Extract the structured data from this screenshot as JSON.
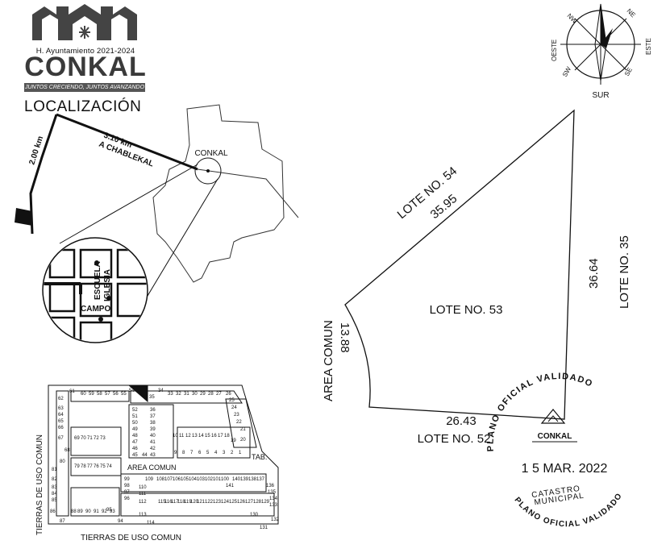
{
  "logo": {
    "subtitle": "H. Ayuntamiento 2021-2024",
    "name": "CONKAL",
    "slogan": "JUNTOS CRECIENDO, JUNTOS AVANZANDO"
  },
  "location_map": {
    "title": "LOCALIZACIÓN",
    "town_label": "CONKAL",
    "road_distance_1": "3.10 km",
    "road_label": "A CHABLEKAL",
    "road_distance_2": "2.00 km",
    "zoom_labels": [
      "ESCUELA",
      "IGLESIA",
      "CAMPO"
    ]
  },
  "compass": {
    "directions": [
      "NW",
      "NE",
      "OESTE",
      "ESTE",
      "SW",
      "SE",
      "SUR"
    ]
  },
  "lot": {
    "center_label": "LOTE NO. 53",
    "north_side_label": "LOTE NO. 54",
    "north_side_length": "35.95",
    "east_side_label": "LOTE NO. 35",
    "east_side_length": "36.64",
    "south_side_label": "LOTE NO. 52",
    "south_side_length": "26.43",
    "west_side_label": "AREA COMUN",
    "west_side_length": "13.88"
  },
  "subdivision_map": {
    "left_label": "TIERRAS DE USO COMUN",
    "bottom_label": "TIERRAS DE USO COMUN",
    "area_comun_label": "AREA COMUN",
    "tab_label": "TAB.",
    "top_row": [
      "61",
      "60",
      "59",
      "58",
      "57",
      "56",
      "55",
      "54",
      "35",
      "34",
      "33",
      "32",
      "31",
      "30",
      "29",
      "28",
      "27",
      "26"
    ],
    "left_col": [
      "62",
      "63",
      "64",
      "65",
      "66",
      "67",
      "68"
    ],
    "left_col_2": [
      "80",
      "81",
      "82",
      "83",
      "84",
      "85",
      "86",
      "87"
    ],
    "mid_block_a": [
      "52",
      "51",
      "50",
      "49",
      "48",
      "47",
      "46",
      "45"
    ],
    "mid_block_b": [
      "36",
      "37",
      "38",
      "39",
      "40",
      "41",
      "42",
      "43",
      "44"
    ],
    "right_col": [
      "25",
      "24",
      "23",
      "22",
      "21",
      "20",
      "19"
    ],
    "row_b": [
      "10",
      "11",
      "12",
      "13",
      "14",
      "15",
      "16",
      "17",
      "18"
    ],
    "row_c": [
      "9",
      "8",
      "7",
      "6",
      "5",
      "4",
      "3",
      "2",
      "1"
    ],
    "row_d_left": [
      "69",
      "70",
      "71",
      "72",
      "73",
      "74",
      "75",
      "76",
      "77",
      "78",
      "79"
    ],
    "block_e": [
      "99",
      "98",
      "97",
      "96",
      "95",
      "94",
      "93",
      "92",
      "91",
      "90",
      "89",
      "88"
    ],
    "block_f": [
      "109",
      "108",
      "107",
      "106",
      "105",
      "104",
      "103",
      "102",
      "101",
      "100"
    ],
    "block_g": [
      "110",
      "111",
      "112",
      "113",
      "114",
      "115",
      "116",
      "117",
      "118",
      "119",
      "120"
    ],
    "block_h": [
      "121",
      "122",
      "123",
      "124",
      "125",
      "126",
      "127",
      "128",
      "129",
      "130",
      "131"
    ],
    "block_i": [
      "132",
      "133",
      "134",
      "135",
      "136",
      "137",
      "138",
      "139",
      "140",
      "141"
    ]
  },
  "stamp": {
    "top_text": "PLANO OFICIAL VALIDADO",
    "logo_text": "CONKAL",
    "date": "1 5 MAR. 2022",
    "line1": "CATASTRO",
    "line2": "MUNICIPAL",
    "bottom_text": "PLANO OFICIAL VALIDADO"
  }
}
